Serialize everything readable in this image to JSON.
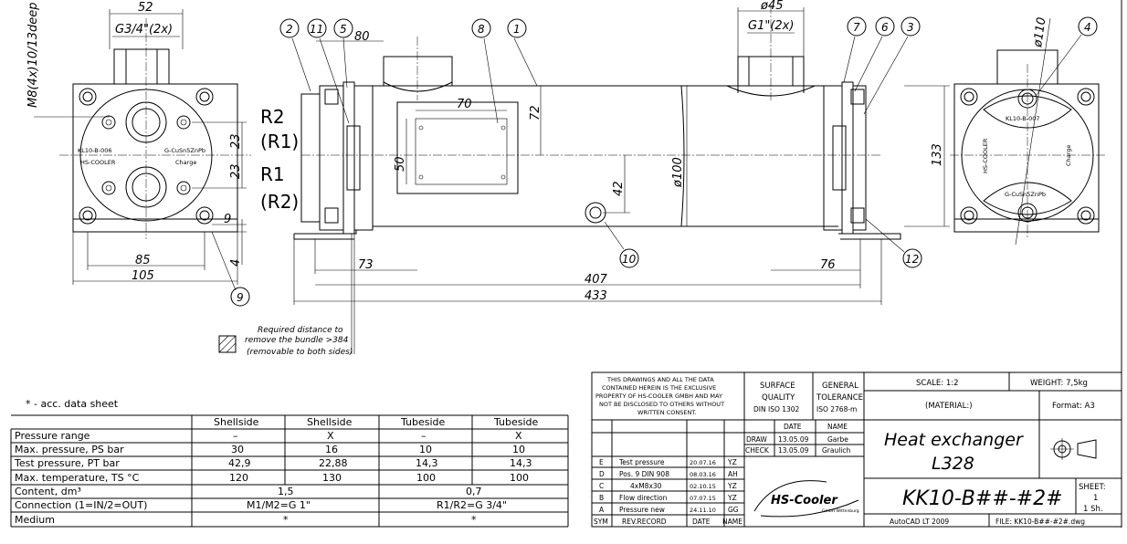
{
  "drawing": {
    "dims": {
      "d52": "52",
      "g34": "G3/4\"(2x)",
      "m8": "M8(4x)10/13deep",
      "d23a": "23",
      "d23b": "23",
      "d9": "9",
      "d4": "4",
      "d85": "85",
      "d105": "105",
      "d80": "80",
      "d70": "70",
      "d72": "72",
      "d50": "50",
      "d42": "42",
      "phi45": "ø45",
      "g1": "G1\"(2x)",
      "phi100": "ø100",
      "d133": "133",
      "phi110": "ø110",
      "d73": "73",
      "d407": "407",
      "d433": "433",
      "d76": "76"
    },
    "ports": {
      "r2": "R2",
      "r1p": "(R1)",
      "r1": "R1",
      "r2p": "(R2)"
    },
    "balloons": [
      "1",
      "2",
      "3",
      "4",
      "5",
      "6",
      "7",
      "8",
      "9",
      "10",
      "11",
      "12"
    ],
    "left_plate": {
      "code": "KL10-B-006",
      "brand": "HS-COOLER",
      "material": "G-CuSn5ZnPb",
      "charge": "Charge"
    },
    "right_plate": {
      "code": "KL10-B-007",
      "brand": "HS-COOLER",
      "material": "G-CuSn5ZnPb",
      "charge": "Charge"
    },
    "bundle_note": [
      "Required distance to",
      "remove the bundle >384",
      "(removable to both sides)"
    ]
  },
  "footnote": "* - acc. data sheet",
  "spec_table": {
    "headers": [
      "",
      "Shellside",
      "Shellside",
      "Tubeside",
      "Tubeside"
    ],
    "rows": [
      {
        "label": "Pressure range",
        "cells": [
          "–",
          "X",
          "–",
          "X"
        ]
      },
      {
        "label": "Max. pressure, PS bar",
        "cells": [
          "30",
          "16",
          "10",
          "10"
        ]
      },
      {
        "label": "Test pressure, PT bar",
        "cells": [
          "42,9",
          "22,88",
          "14,3",
          "14,3"
        ]
      },
      {
        "label": "Max. temperature, TS °C",
        "cells": [
          "120",
          "130",
          "100",
          "100"
        ]
      }
    ],
    "content": {
      "label": "Content, dm³",
      "shell": "1,5",
      "tube": "0,7"
    },
    "connection": {
      "label": "Connection (1=IN/2=OUT)",
      "shell": "M1/M2=G 1\"",
      "tube": "R1/R2=G 3/4\""
    },
    "medium": {
      "label": "Medium",
      "shell": "*",
      "tube": "*"
    }
  },
  "title_block": {
    "property_note": [
      "THIS DRAWINGS AND ALL THE DATA",
      "CONTAINED HEREIN IS THE EXCLUSIVE",
      "PROPERTY OF HS-COOLER GMBH AND MAY",
      "NOT BE DISCLOSED TO OTHERS WITHOUT",
      "WRITTEN CONSENT."
    ],
    "surface": [
      "SURFACE",
      "QUALITY",
      "DIN ISO 1302"
    ],
    "tolerance": [
      "GENERAL",
      "TOLERANCE",
      "ISO 2768-m"
    ],
    "scale": "SCALE: 1:2",
    "weight": "WEIGHT: 7,5kg",
    "material": "(MATERIAL:)",
    "format": "Format: A3",
    "date_hdr": "DATE",
    "name_hdr": "NAME",
    "draw": {
      "label": "DRAW",
      "date": "13.05.09",
      "name": "Garbe"
    },
    "check": {
      "label": "CHECK",
      "date": "13.05.09",
      "name": "Graulich"
    },
    "title_line1": "Heat exchanger",
    "title_line2": "L328",
    "drawing_no": "KK10-B##-#2#",
    "sheet_label": "SHEET:",
    "sheet_no": "1",
    "sheet_total": "1 Sh.",
    "autocad": "AutoCAD LT 2009",
    "file": "FILE: KK10-B##-#2#.dwg",
    "revisions": [
      {
        "sym": "E",
        "rec": "Test pressure",
        "date": "20.07.16",
        "name": "YZ"
      },
      {
        "sym": "D",
        "rec": "Pos. 9 DIN 908",
        "date": "08.03.16",
        "name": "AH"
      },
      {
        "sym": "C",
        "rec": "4xM8x30",
        "date": "02.10.15",
        "name": "YZ"
      },
      {
        "sym": "B",
        "rec": "Flow direction",
        "date": "07.07.15",
        "name": "YZ"
      },
      {
        "sym": "A",
        "rec": "Pressure new",
        "date": "24.11.10",
        "name": "GG"
      }
    ],
    "rev_hdr": {
      "sym": "SYM",
      "rec": "REV.RECORD",
      "date": "DATE",
      "name": "NAME"
    },
    "logo": "HS-Cooler",
    "logo_sub": "GmbH Wittenburg"
  }
}
